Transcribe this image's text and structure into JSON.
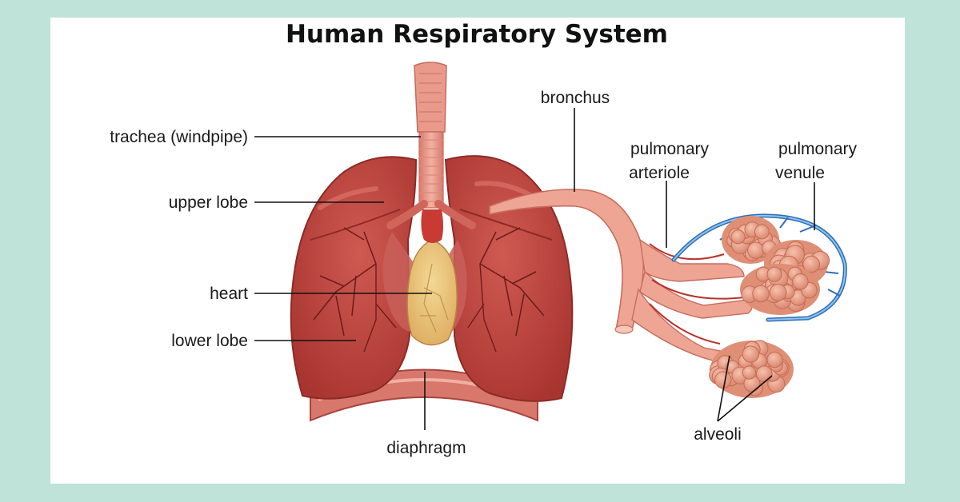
{
  "title": "Human Respiratory System",
  "labels": {
    "trachea": "trachea (windpipe)",
    "upper_lobe": "upper lobe",
    "heart": "heart",
    "lower_lobe": "lower lobe",
    "diaphragm": "diaphragm",
    "bronchus": "bronchus",
    "pulmonary_arteriole_1": "pulmonary",
    "pulmonary_arteriole_2": "arteriole",
    "pulmonary_venule_1": "pulmonary",
    "pulmonary_venule_2": "venule",
    "alveoli": "alveoli"
  },
  "colors": {
    "background": "#bfe3d8",
    "lung": "#b9403b",
    "lung_highlight": "#d2615a",
    "airway": "#e99a8b",
    "heart": "#e7c07a",
    "alveoli": "#e9a48a",
    "venule": "#3d7fc4"
  }
}
